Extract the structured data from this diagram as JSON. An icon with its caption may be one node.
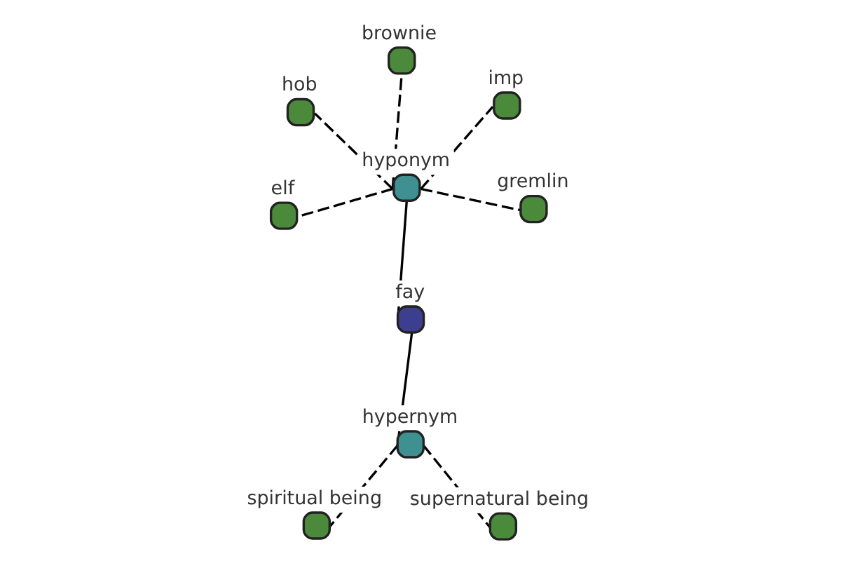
{
  "diagram": {
    "nodes": [
      {
        "text": [
          "fay"
        ]
      },
      {
        "text": [
          "hyponym"
        ]
      },
      {
        "text": [
          "hypernym"
        ]
      },
      {
        "text": [
          "brownie"
        ]
      },
      {
        "text": [
          "imp"
        ]
      },
      {
        "text": [
          "hob"
        ]
      },
      {
        "text": [
          "elf"
        ]
      },
      {
        "text": [
          "gremlin"
        ]
      },
      {
        "text": [
          "spiritual being"
        ]
      },
      {
        "text": [
          "supernatural being"
        ]
      }
    ],
    "edges": [
      {
        "from": 0,
        "to": 1,
        "arrow": "none"
      },
      {
        "from": 0,
        "to": 2,
        "arrow": "none"
      },
      {
        "from": 1,
        "to": 3,
        "arrow": "none",
        "style": "dashed"
      },
      {
        "from": 1,
        "to": 4,
        "arrow": "none",
        "style": "dashed"
      },
      {
        "from": 1,
        "to": 5,
        "arrow": "none",
        "style": "dashed"
      },
      {
        "from": 1,
        "to": 6,
        "arrow": "none",
        "style": "dashed"
      },
      {
        "from": 1,
        "to": 7,
        "arrow": "none",
        "style": "dashed"
      },
      {
        "from": 2,
        "to": 8,
        "arrow": "none",
        "style": "dashed"
      },
      {
        "from": 2,
        "to": 9,
        "arrow": "none",
        "style": "dashed"
      }
    ]
  }
}
